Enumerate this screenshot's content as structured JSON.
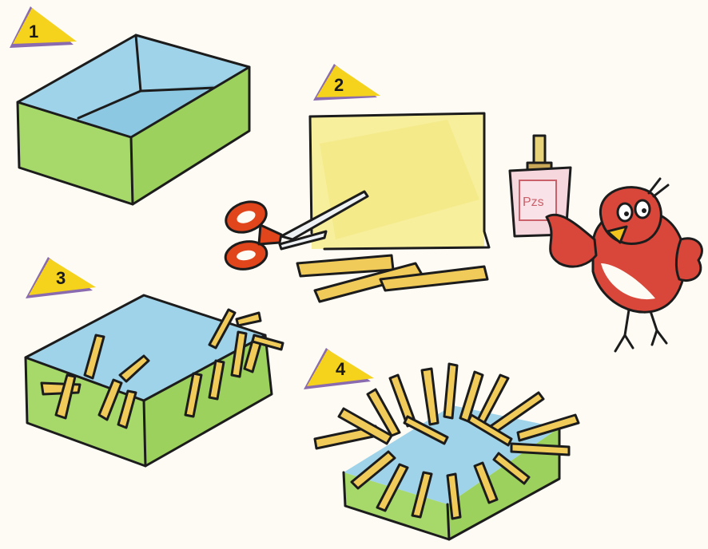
{
  "steps": [
    {
      "number": "1"
    },
    {
      "number": "2"
    },
    {
      "number": "3"
    },
    {
      "number": "4"
    }
  ],
  "jar": {
    "label": "Pzs"
  },
  "colors": {
    "box_inside": "#9fd3ea",
    "box_outside": "#a6d86a",
    "paper": "#f7ef9c",
    "strips": "#f1cb5a",
    "scissors": "#e0451c",
    "bird": "#d9463a",
    "beak": "#f3c41c",
    "step_triangle": "#f5d21c",
    "step_shadow": "#8a6bb0",
    "ink": "#1c1c1c"
  },
  "icons": [
    "scissors-icon",
    "glue-jar-icon",
    "bird-icon"
  ]
}
